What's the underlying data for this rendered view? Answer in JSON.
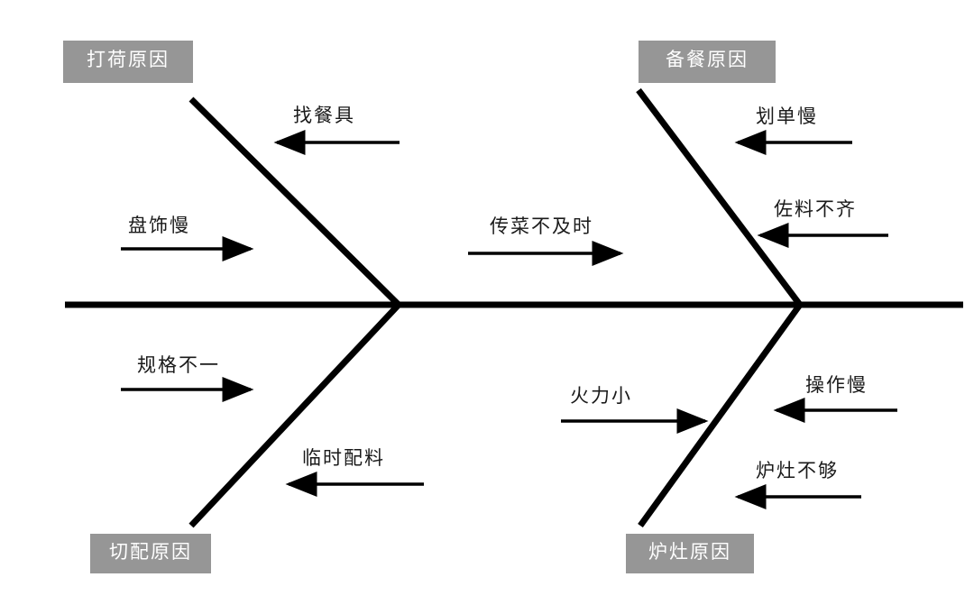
{
  "diagram": {
    "type": "fishbone-ishikawa",
    "background_color": "#ffffff",
    "spine_color": "#000000",
    "category_box_color": "#969696",
    "category_text_color": "#ffffff",
    "label_text_color": "#1a1a1a",
    "categories": [
      {
        "id": "da-he",
        "label": "打荷原因",
        "position": "top-left"
      },
      {
        "id": "bei-can",
        "label": "备餐原因",
        "position": "top-right"
      },
      {
        "id": "qie-pei",
        "label": "切配原因",
        "position": "bottom-left"
      },
      {
        "id": "lu-zao",
        "label": "炉灶原因",
        "position": "bottom-right"
      }
    ],
    "causes": [
      {
        "id": "zhao-can-ju",
        "label": "找餐具",
        "category": "da-he",
        "arrow_direction": "left"
      },
      {
        "id": "pan-shi-man",
        "label": "盘饰慢",
        "category": "da-he",
        "arrow_direction": "right"
      },
      {
        "id": "hua-dan-man",
        "label": "划单慢",
        "category": "bei-can",
        "arrow_direction": "left"
      },
      {
        "id": "zuo-liao-bu-qi",
        "label": "佐料不齐",
        "category": "bei-can",
        "arrow_direction": "left"
      },
      {
        "id": "chuan-cai-bu-ji-shi",
        "label": "传菜不及时",
        "category": "spine-middle",
        "arrow_direction": "right"
      },
      {
        "id": "gui-ge-bu-yi",
        "label": "规格不一",
        "category": "qie-pei",
        "arrow_direction": "right"
      },
      {
        "id": "lin-shi-pei-liao",
        "label": "临时配料",
        "category": "qie-pei",
        "arrow_direction": "left"
      },
      {
        "id": "huo-li-xiao",
        "label": "火力小",
        "category": "lu-zao",
        "arrow_direction": "right"
      },
      {
        "id": "cao-zuo-man",
        "label": "操作慢",
        "category": "lu-zao",
        "arrow_direction": "left"
      },
      {
        "id": "lu-zao-bu-gou",
        "label": "炉灶不够",
        "category": "lu-zao",
        "arrow_direction": "left"
      }
    ]
  }
}
